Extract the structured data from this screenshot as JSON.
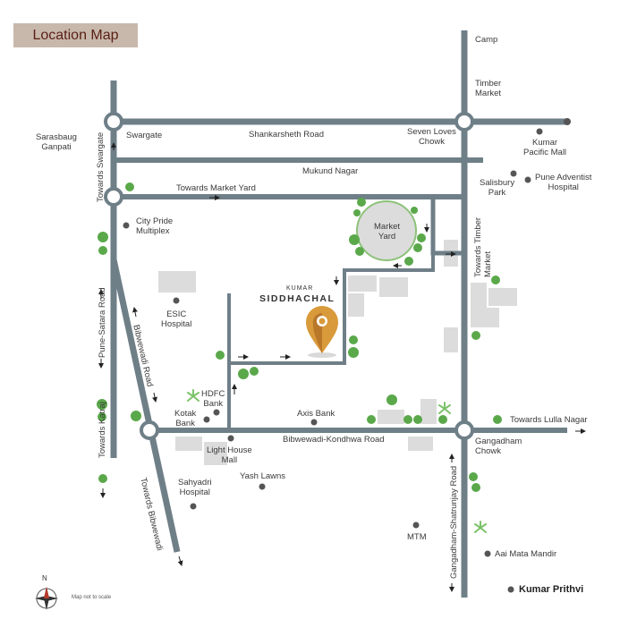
{
  "title": "Location Map",
  "labels": {
    "camp": "Camp",
    "timber_market": "Timber\nMarket",
    "sarasbaug": "Sarasbaug\nGanpati",
    "swargate": "Swargate",
    "shankarsheth": "Shankarsheth Road",
    "seven_loves": "Seven Loves\nChowk",
    "kumar_pacific": "Kumar\nPacific Mall",
    "mukund_nagar": "Mukund Nagar",
    "salisbury": "Salisbury\nPark",
    "pune_adventist": "Pune Adventist\nHospital",
    "towards_market_yard": "Towards Market Yard",
    "market_yard": "Market\nYard",
    "city_pride": "City Pride\nMultiplex",
    "esic": "ESIC\nHospital",
    "hdfc": "HDFC\nBank",
    "kotak": "Kotak\nBank",
    "axis": "Axis Bank",
    "light_house": "Light House\nMall",
    "bibwewadi_kondhwa": "Bibwewadi-Kondhwa Road",
    "towards_lulla": "Towards Lulla Nagar",
    "gangadham_chowk": "Gangadham\nChowk",
    "sahyadri": "Sahyadri\nHospital",
    "yash_lawns": "Yash Lawns",
    "mtm": "MTM",
    "aai_mata": "Aai Mata Mandir",
    "kumar_prithvi": "Kumar Prithvi",
    "towards_swargate": "Towards Swargate",
    "pune_satara": "Pune-Satara Road",
    "towards_katraj": "Towards Katraj",
    "bibwewadi_road": "Bibwewadi Road",
    "towards_bibwewadi": "Towards Bibwewadi",
    "towards_timber": "Towards Timber\nMarket",
    "gangadham_shatrunjay": "Gangadham-Shatrunjay Road",
    "kumar_small": "KUMAR",
    "siddhachal": "SIDDHACHAL",
    "not_to_scale": "Map not to scale",
    "north": "N"
  },
  "colors": {
    "road": "#6f7f88",
    "tree": "#5aa84a",
    "building": "#dcdcdc",
    "pin": "#d89a3a",
    "title_bg": "#c8b8ac",
    "title_text": "#5a1f14"
  }
}
